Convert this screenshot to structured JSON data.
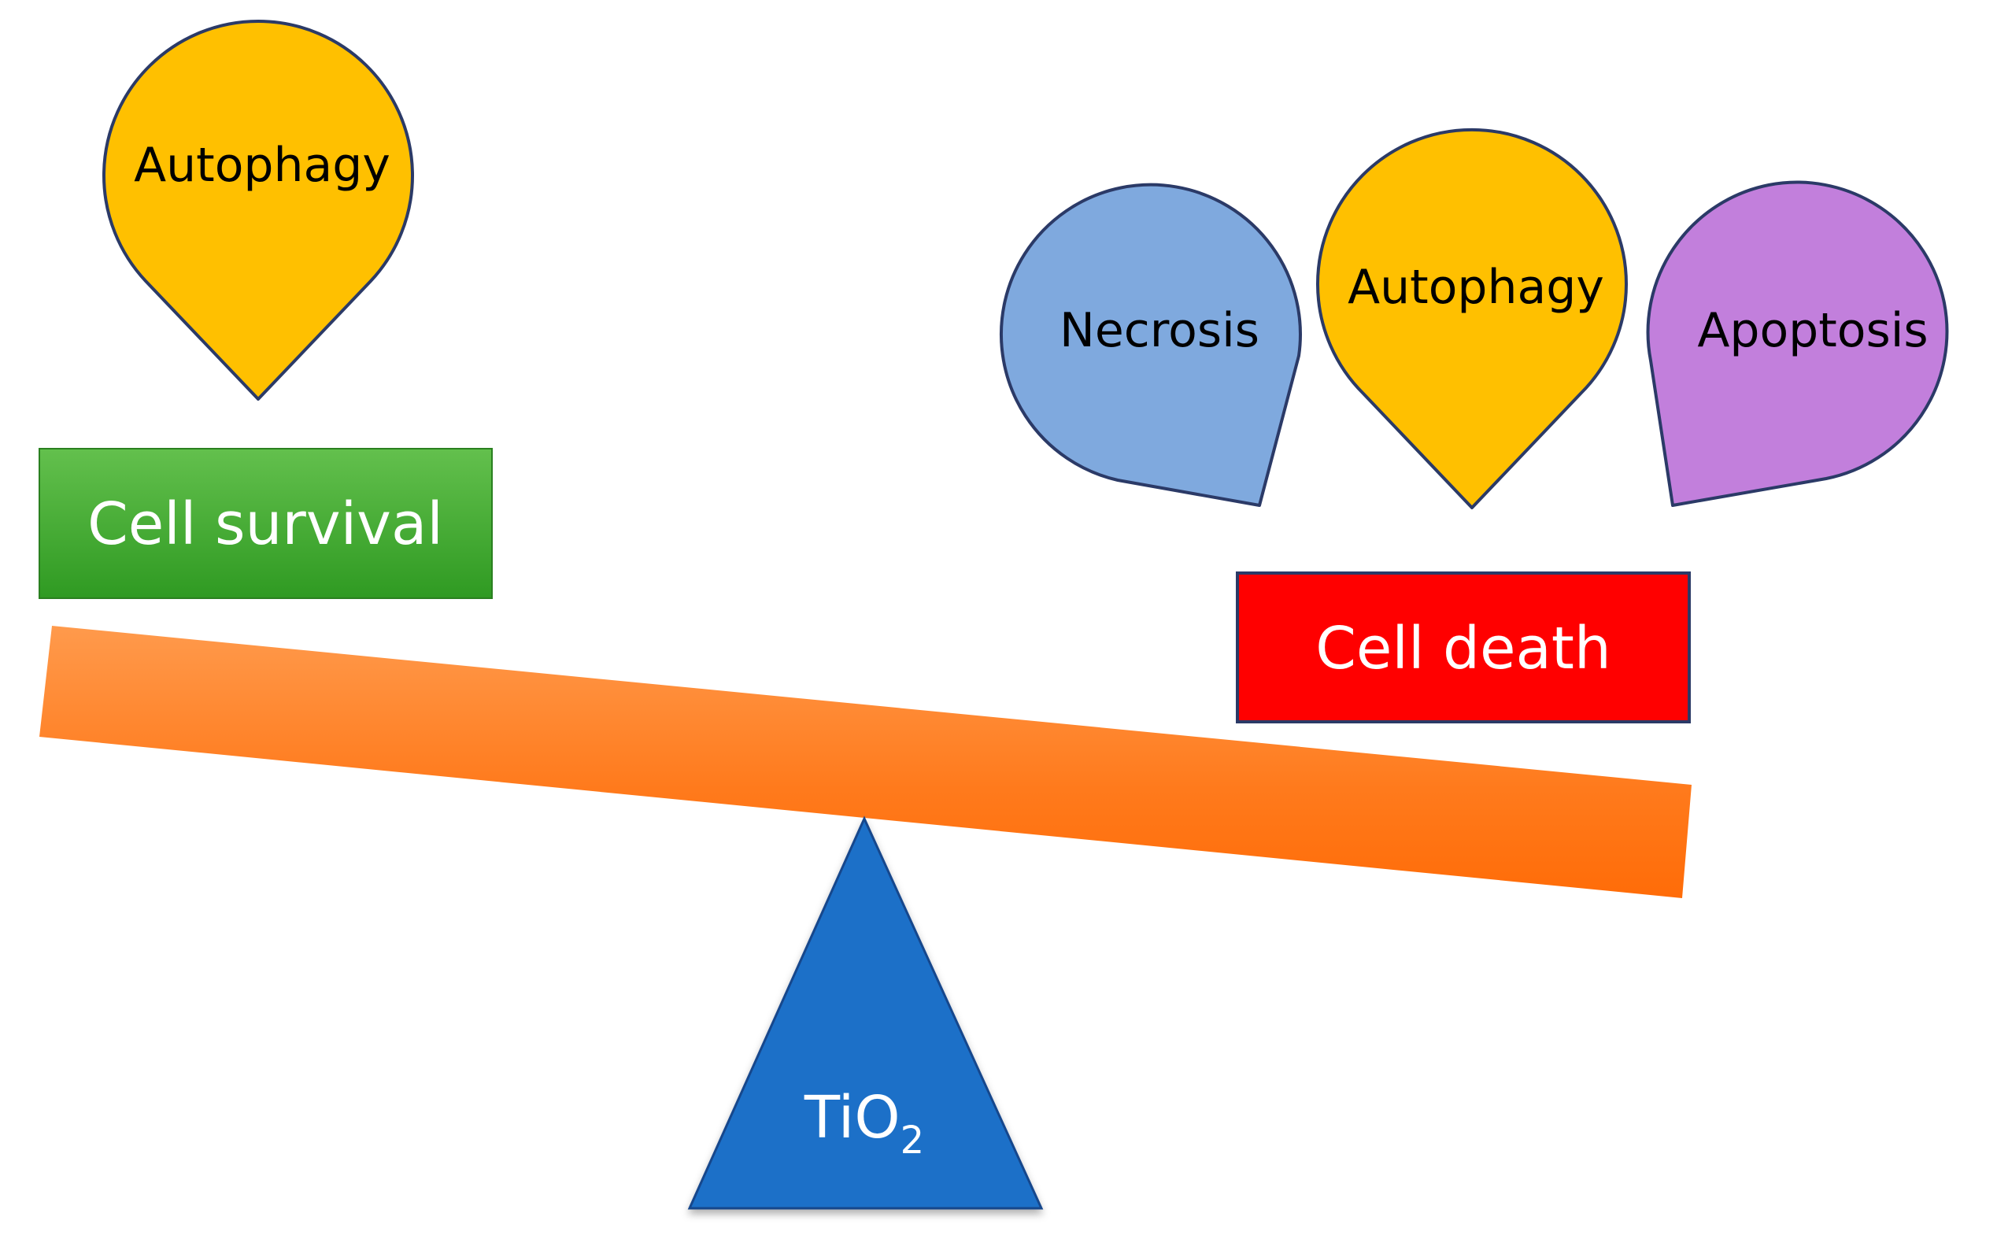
{
  "colors": {
    "drop_outline": "#2b3a67",
    "autophagy_fill": "#ffc000",
    "necrosis_fill": "#7fa9de",
    "apoptosis_fill": "#c27fdc",
    "survival_box": "#3faa2f",
    "death_box": "#ff0000",
    "beam": "#ff7a1c",
    "fulcrum": "#1b6fc8"
  },
  "left": {
    "drop_label": "Autophagy",
    "box_label": "Cell survival"
  },
  "right": {
    "drops": [
      {
        "label": "Necrosis"
      },
      {
        "label": "Autophagy"
      },
      {
        "label": "Apoptosis"
      }
    ],
    "box_label": "Cell death"
  },
  "fulcrum": {
    "formula_main": "TiO",
    "formula_subscript": "2"
  }
}
